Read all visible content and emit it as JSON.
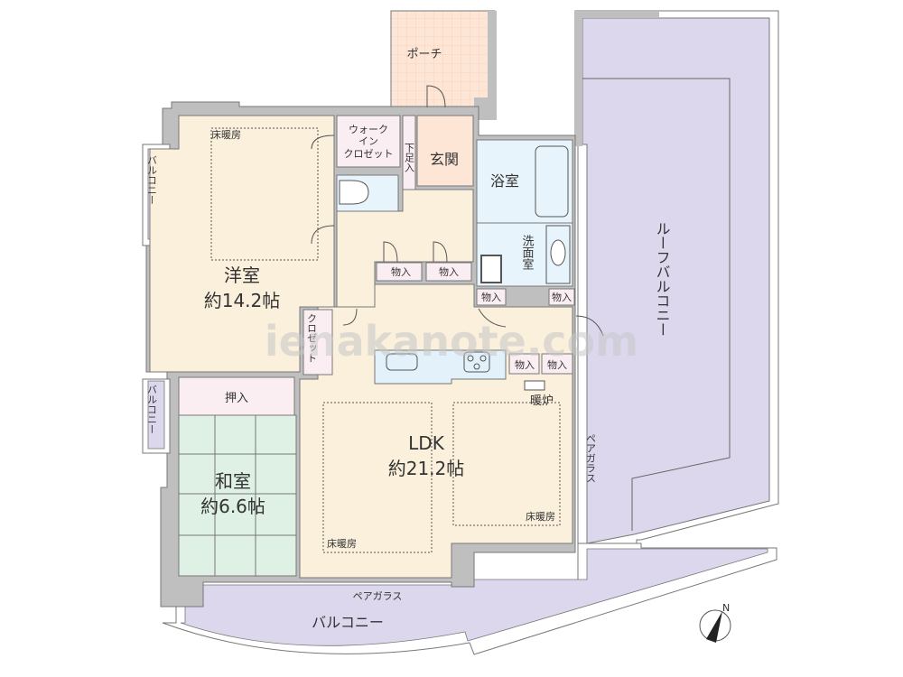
{
  "floorplan": {
    "watermark": "ienakanote.com",
    "colors": {
      "wall": "#bfbfbf",
      "wall_stroke": "#777777",
      "western_room": "#fbf0dc",
      "japanese_room": "#dff0e4",
      "closet": "#fbeef3",
      "wet_area": "#e8f4fb",
      "entrance": "#fde6d6",
      "porch": "#fde6d6",
      "balcony": "#dcd7ec",
      "kitchen_counter": "#e3f1fa"
    },
    "rooms": {
      "porch": {
        "label": "ポーチ"
      },
      "walk_in_closet": {
        "line1": "ウォーク",
        "line2": "イン",
        "line3": "クロゼット"
      },
      "shoe_closet": {
        "label": "下足入"
      },
      "entrance": {
        "label": "玄関"
      },
      "bathroom": {
        "label": "浴室"
      },
      "washroom": {
        "label": "洗面室"
      },
      "western_room": {
        "name": "洋室",
        "size": "約14.2帖",
        "floor_heating": "床暖房"
      },
      "closet": {
        "label": "クロゼット"
      },
      "japanese_room": {
        "name": "和室",
        "size": "約6.6帖"
      },
      "oshiire": {
        "label": "押入"
      },
      "ldk": {
        "name": "LDK",
        "size": "約21.2帖",
        "floor_heating_1": "床暖房",
        "floor_heating_2": "床暖房",
        "fireplace": "暖炉"
      },
      "roof_balcony": {
        "label": "ルーフバルコニー"
      },
      "balcony_bottom": {
        "label": "バルコニー"
      },
      "balcony_left_top": {
        "label": "バルコニー"
      },
      "balcony_left_mid": {
        "label": "バルコニー"
      }
    },
    "storage_labels": [
      "物入",
      "物入",
      "物入",
      "物入",
      "物入",
      "物入"
    ],
    "annotations": {
      "pair_glass_bottom": "ペアガラス",
      "pair_glass_right": "ペアガラス"
    },
    "compass": {
      "north_label": "N"
    }
  }
}
